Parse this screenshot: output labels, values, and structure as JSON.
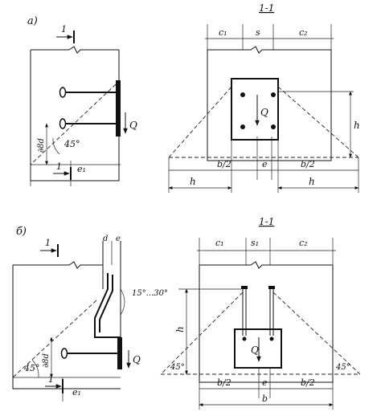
{
  "figure": {
    "part_a": {
      "marker": "а)",
      "elevation": {
        "section_mark": "1",
        "load": "Q",
        "depth_label": "∂8d",
        "angle": "45°",
        "offset": "e₁"
      },
      "section": {
        "title": "1-1",
        "dims_top": [
          "c₁",
          "s",
          "c₂"
        ],
        "load": "Q",
        "height": "h",
        "half_width_left": "b/2",
        "eccentricity": "e",
        "half_width_right": "b/2",
        "base_left": "h",
        "base_right": "h"
      }
    },
    "part_b": {
      "marker": "б)",
      "elevation": {
        "section_mark": "1",
        "load": "Q",
        "depth_label": "∂8d",
        "angle": "45°",
        "offset": "e₁",
        "bend_angle": "15°...30°",
        "top_dims": [
          "d",
          "e"
        ]
      },
      "section": {
        "title": "1-1",
        "dims_top": [
          "c₁",
          "s₁",
          "c₂"
        ],
        "load": "Q",
        "height": "h",
        "angle_left": "45°",
        "angle_right": "45°",
        "half_width_left": "b/2",
        "eccentricity": "e",
        "half_width_right": "b/2",
        "width": "b"
      }
    }
  }
}
